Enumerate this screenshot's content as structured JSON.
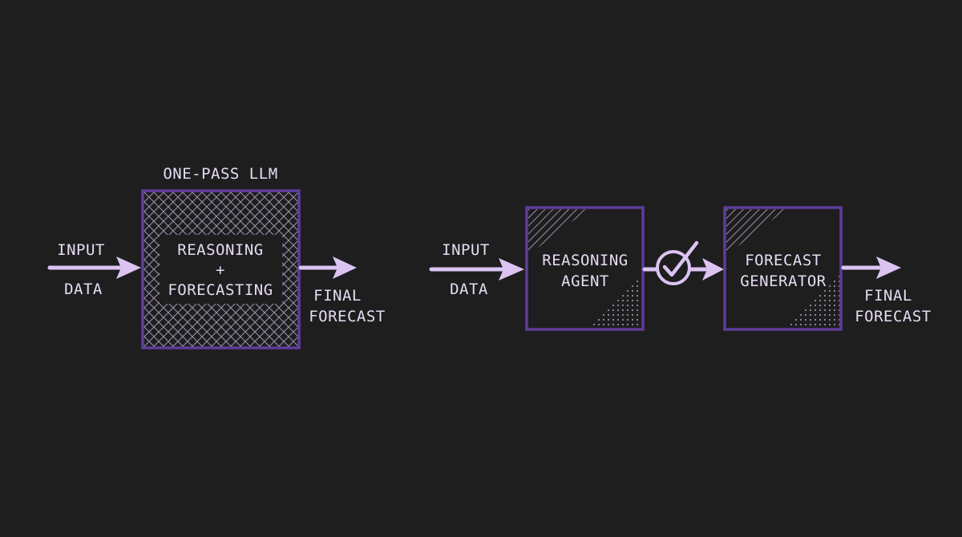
{
  "left_panel": {
    "title": "ONE-PASS LLM",
    "input_label": [
      "INPUT",
      "DATA"
    ],
    "box_label": [
      "REASONING",
      "+",
      "FORECASTING"
    ],
    "output_label": [
      "FINAL",
      "FORECAST"
    ]
  },
  "right_panel": {
    "input_label": [
      "INPUT",
      "DATA"
    ],
    "agent_label": [
      "REASONING",
      "AGENT"
    ],
    "generator_label": [
      "FORECAST",
      "GENERATOR"
    ],
    "output_label": [
      "FINAL",
      "FORECAST"
    ],
    "checkpoint_icon": "check-circle-icon"
  },
  "colors": {
    "background": "#1e1e1f",
    "box_stroke": "#5e3c9c",
    "arrow": "#dcc4f2",
    "text": "#e6dcf2"
  }
}
